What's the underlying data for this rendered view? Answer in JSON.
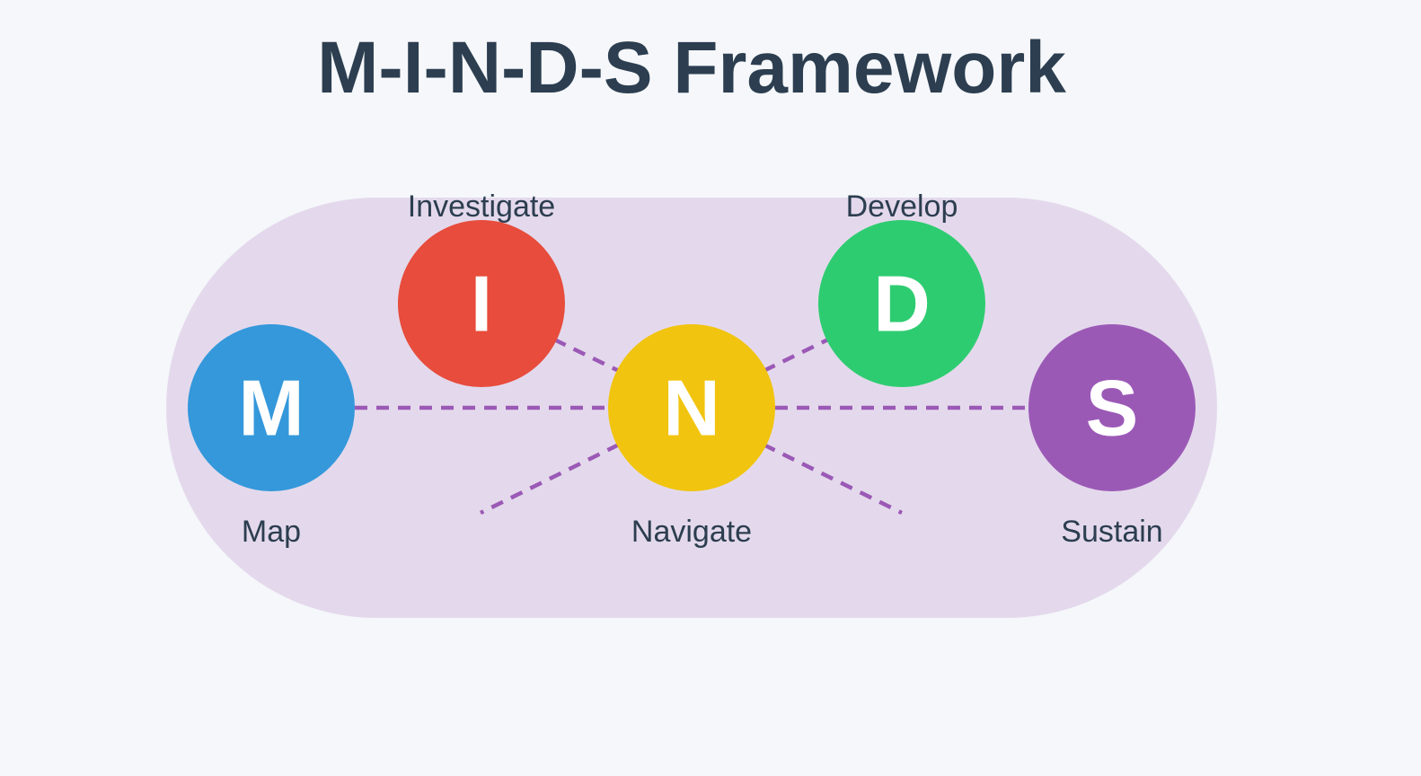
{
  "title": "M-I-N-D-S Framework",
  "colors": {
    "background": "#f5f7fa",
    "container": "#e4d9ec",
    "connector": "#9b59b6",
    "text": "#2c3e50"
  },
  "nodes": [
    {
      "letter": "M",
      "label": "Map",
      "color": "#3498db"
    },
    {
      "letter": "I",
      "label": "Investigate",
      "color": "#e74c3c"
    },
    {
      "letter": "N",
      "label": "Navigate",
      "color": "#f1c40f"
    },
    {
      "letter": "D",
      "label": "Develop",
      "color": "#2ecc71"
    },
    {
      "letter": "S",
      "label": "Sustain",
      "color": "#9b59b6"
    }
  ]
}
